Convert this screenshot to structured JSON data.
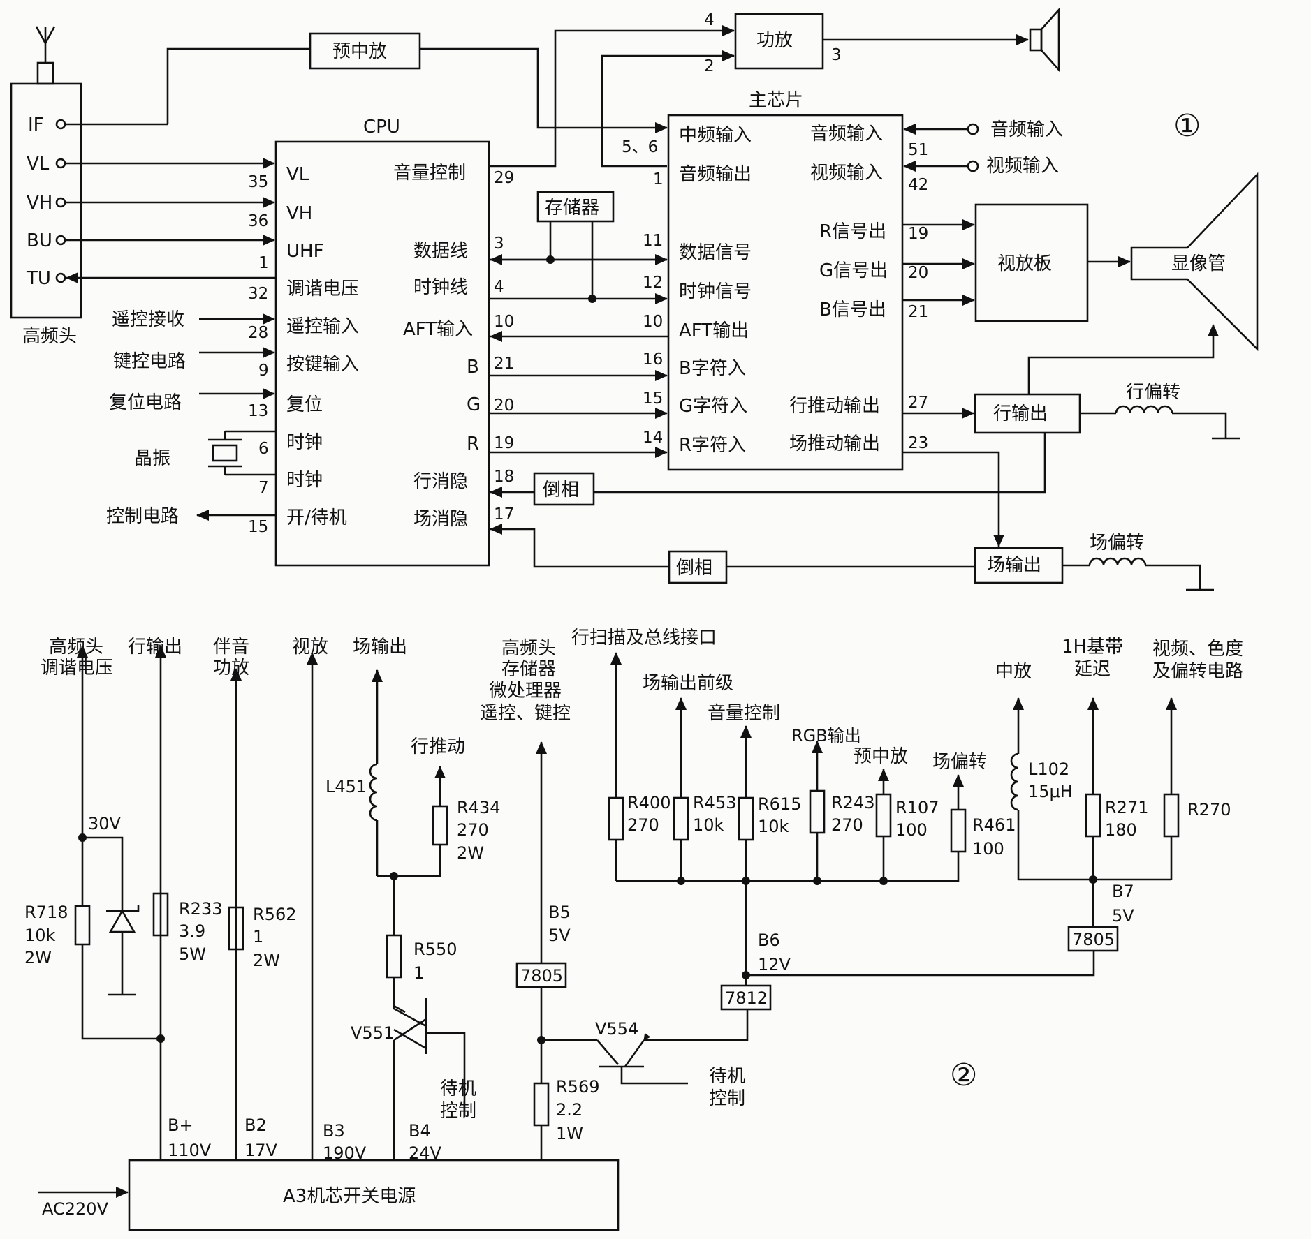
{
  "diagram1": {
    "number": "①",
    "tuner": {
      "title": "高频头",
      "pins": [
        "IF",
        "VL",
        "VH",
        "BU",
        "TU"
      ]
    },
    "pre_if": "预中放",
    "power_amp": {
      "label": "功放",
      "pin_in4": "4",
      "pin_in2": "2",
      "pin_out": "3"
    },
    "cpu": {
      "title": "CPU",
      "left_labels": [
        "VL",
        "VH",
        "UHF",
        "调谐电压",
        "遥控输入",
        "按键输入",
        "复位",
        "时钟",
        "时钟",
        "开/待机"
      ],
      "left_pins": [
        "35",
        "36",
        "1",
        "32",
        "28",
        "9",
        "13",
        "6",
        "7",
        "15"
      ],
      "right_labels": [
        "音量控制",
        "数据线",
        "时钟线",
        "AFT输入",
        "B",
        "G",
        "R",
        "行消隐",
        "场消隐"
      ],
      "right_pins": [
        "29",
        "3",
        "4",
        "10",
        "21",
        "20",
        "19",
        "18",
        "17"
      ]
    },
    "cpu_inputs": [
      "遥控接收",
      "键控电路",
      "复位电路",
      "晶振"
    ],
    "control_circuit": "控制电路",
    "memory": "存储器",
    "main_chip": {
      "title": "主芯片",
      "left_labels": [
        "中频输入",
        "音频输出",
        "数据信号",
        "时钟信号",
        "AFT输出",
        "B字符入",
        "G字符入",
        "R字符入"
      ],
      "left_pins": [
        "5、6",
        "1",
        "11",
        "12",
        "10",
        "16",
        "15",
        "14"
      ],
      "right_labels": [
        "音频输入",
        "视频输入",
        "R信号出",
        "G信号出",
        "B信号出",
        "行推动输出",
        "场推动输出"
      ],
      "right_pins": [
        "51",
        "42",
        "19",
        "20",
        "21",
        "27",
        "23"
      ]
    },
    "audio_in": "音频输入",
    "video_in": "视频输入",
    "video_board": "视放板",
    "crt": "显像管",
    "h_output": "行输出",
    "h_yoke": "行偏转",
    "v_output": "场输出",
    "v_yoke": "场偏转",
    "inverter1": "倒相",
    "inverter2": "倒相"
  },
  "diagram2": {
    "number": "②",
    "psu": "A3机芯开关电源",
    "ac_in": "AC220V",
    "rails": [
      {
        "name": "B+",
        "voltage": "110V"
      },
      {
        "name": "B2",
        "voltage": "17V"
      },
      {
        "name": "B3",
        "voltage": "190V"
      },
      {
        "name": "B4",
        "voltage": "24V"
      },
      {
        "name": "B5",
        "voltage": "5V"
      },
      {
        "name": "B6",
        "voltage": "12V"
      },
      {
        "name": "B7",
        "voltage": "5V"
      }
    ],
    "loads": {
      "tuner_tuning_line1": "高频头",
      "tuner_tuning_line2": "调谐电压",
      "h_output": "行输出",
      "audio_amp_line1": "伴音",
      "audio_amp_line2": "功放",
      "video_amp": "视放",
      "v_output": "场输出",
      "h_drive": "行推动",
      "b5_line1": "高频头",
      "b5_line2": "存储器",
      "b5_line3": "微处理器",
      "b5_line4": "遥控、键控",
      "h_scan_bus": "行扫描及总线接口",
      "v_pre": "场输出前级",
      "volume": "音量控制",
      "rgb_out": "RGB输出",
      "pre_if": "预中放",
      "v_yoke": "场偏转",
      "if_amp": "中放",
      "delay_line1": "1H基带",
      "delay_line2": "延迟",
      "video_line1": "视频、色度",
      "video_line2": "及偏转电路"
    },
    "zener_voltage": "30V",
    "components": {
      "R718": [
        "R718",
        "10k",
        "2W"
      ],
      "R233": [
        "R233",
        "3.9",
        "5W"
      ],
      "R562": [
        "R562",
        "1",
        "2W"
      ],
      "L451": [
        "L451"
      ],
      "R434": [
        "R434",
        "270",
        "2W"
      ],
      "R550": [
        "R550",
        "1"
      ],
      "V551": [
        "V551"
      ],
      "R569": [
        "R569",
        "2.2",
        "1W"
      ],
      "V554": [
        "V554"
      ],
      "R400": [
        "R400",
        "270"
      ],
      "R453": [
        "R453",
        "10k"
      ],
      "R615": [
        "R615",
        "10k"
      ],
      "R243": [
        "R243",
        "270"
      ],
      "R107": [
        "R107",
        "100"
      ],
      "R461": [
        "R461",
        "100"
      ],
      "L102": [
        "L102",
        "15μH"
      ],
      "R271": [
        "R271",
        "180"
      ],
      "R270": [
        "R270"
      ]
    },
    "regulators": [
      "7805",
      "7812",
      "7805"
    ],
    "standby1": [
      "待机",
      "控制"
    ],
    "standby2": [
      "待机",
      "控制"
    ]
  }
}
